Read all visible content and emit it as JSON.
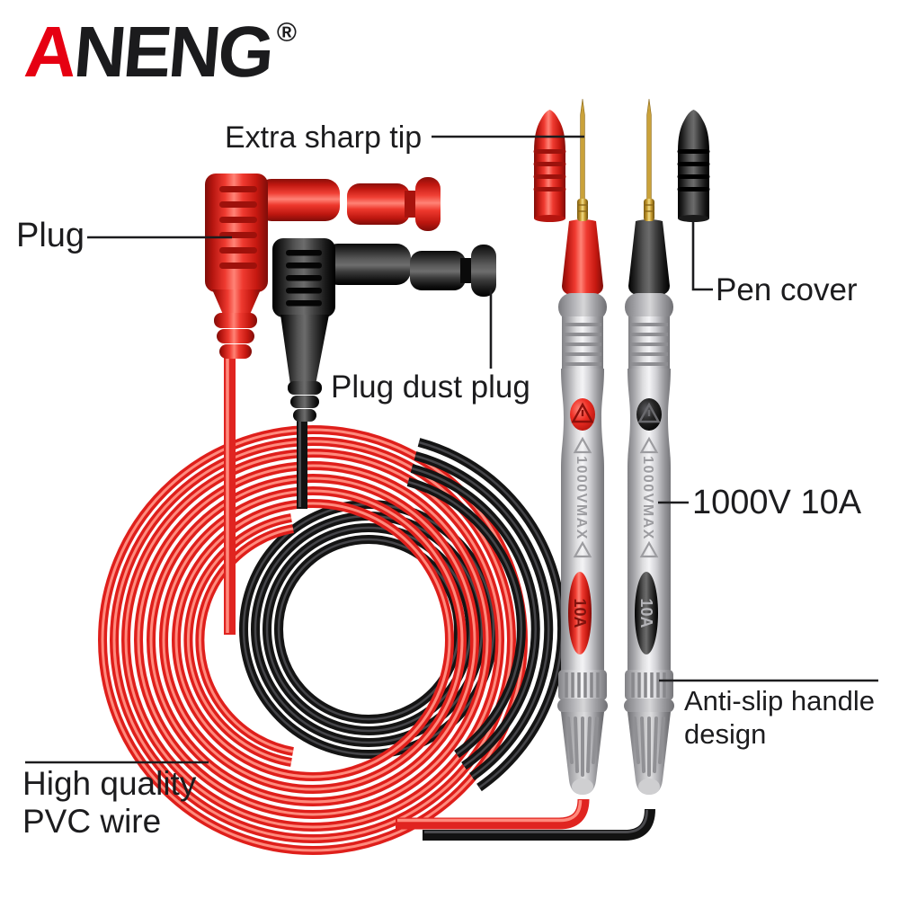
{
  "brand": {
    "first_letter": "A",
    "rest": "NENG",
    "name": "ANENG",
    "registered": "®"
  },
  "callouts": {
    "extra_sharp_tip": "Extra sharp tip",
    "plug": "Plug",
    "pen_cover": "Pen cover",
    "plug_dust_plug": "Plug dust plug",
    "voltage_rating": "1000V 10A",
    "anti_slip_line1": "Anti-slip handle",
    "anti_slip_line2": "design",
    "pvc_line1": "High quality",
    "pvc_line2": "PVC wire"
  },
  "probe_markings": {
    "barrel_text": "1000VMAX",
    "grip_text": "10A"
  },
  "colors": {
    "brand_red": "#e60012",
    "product_red": "#e8231f",
    "product_black": "#1c1c1c",
    "probe_silver": "#c9c9cd",
    "handle_gray": "#a9a9ad",
    "gold_tip": "#d9b44a",
    "label_text": "#1c1c1e",
    "background": "#ffffff"
  }
}
